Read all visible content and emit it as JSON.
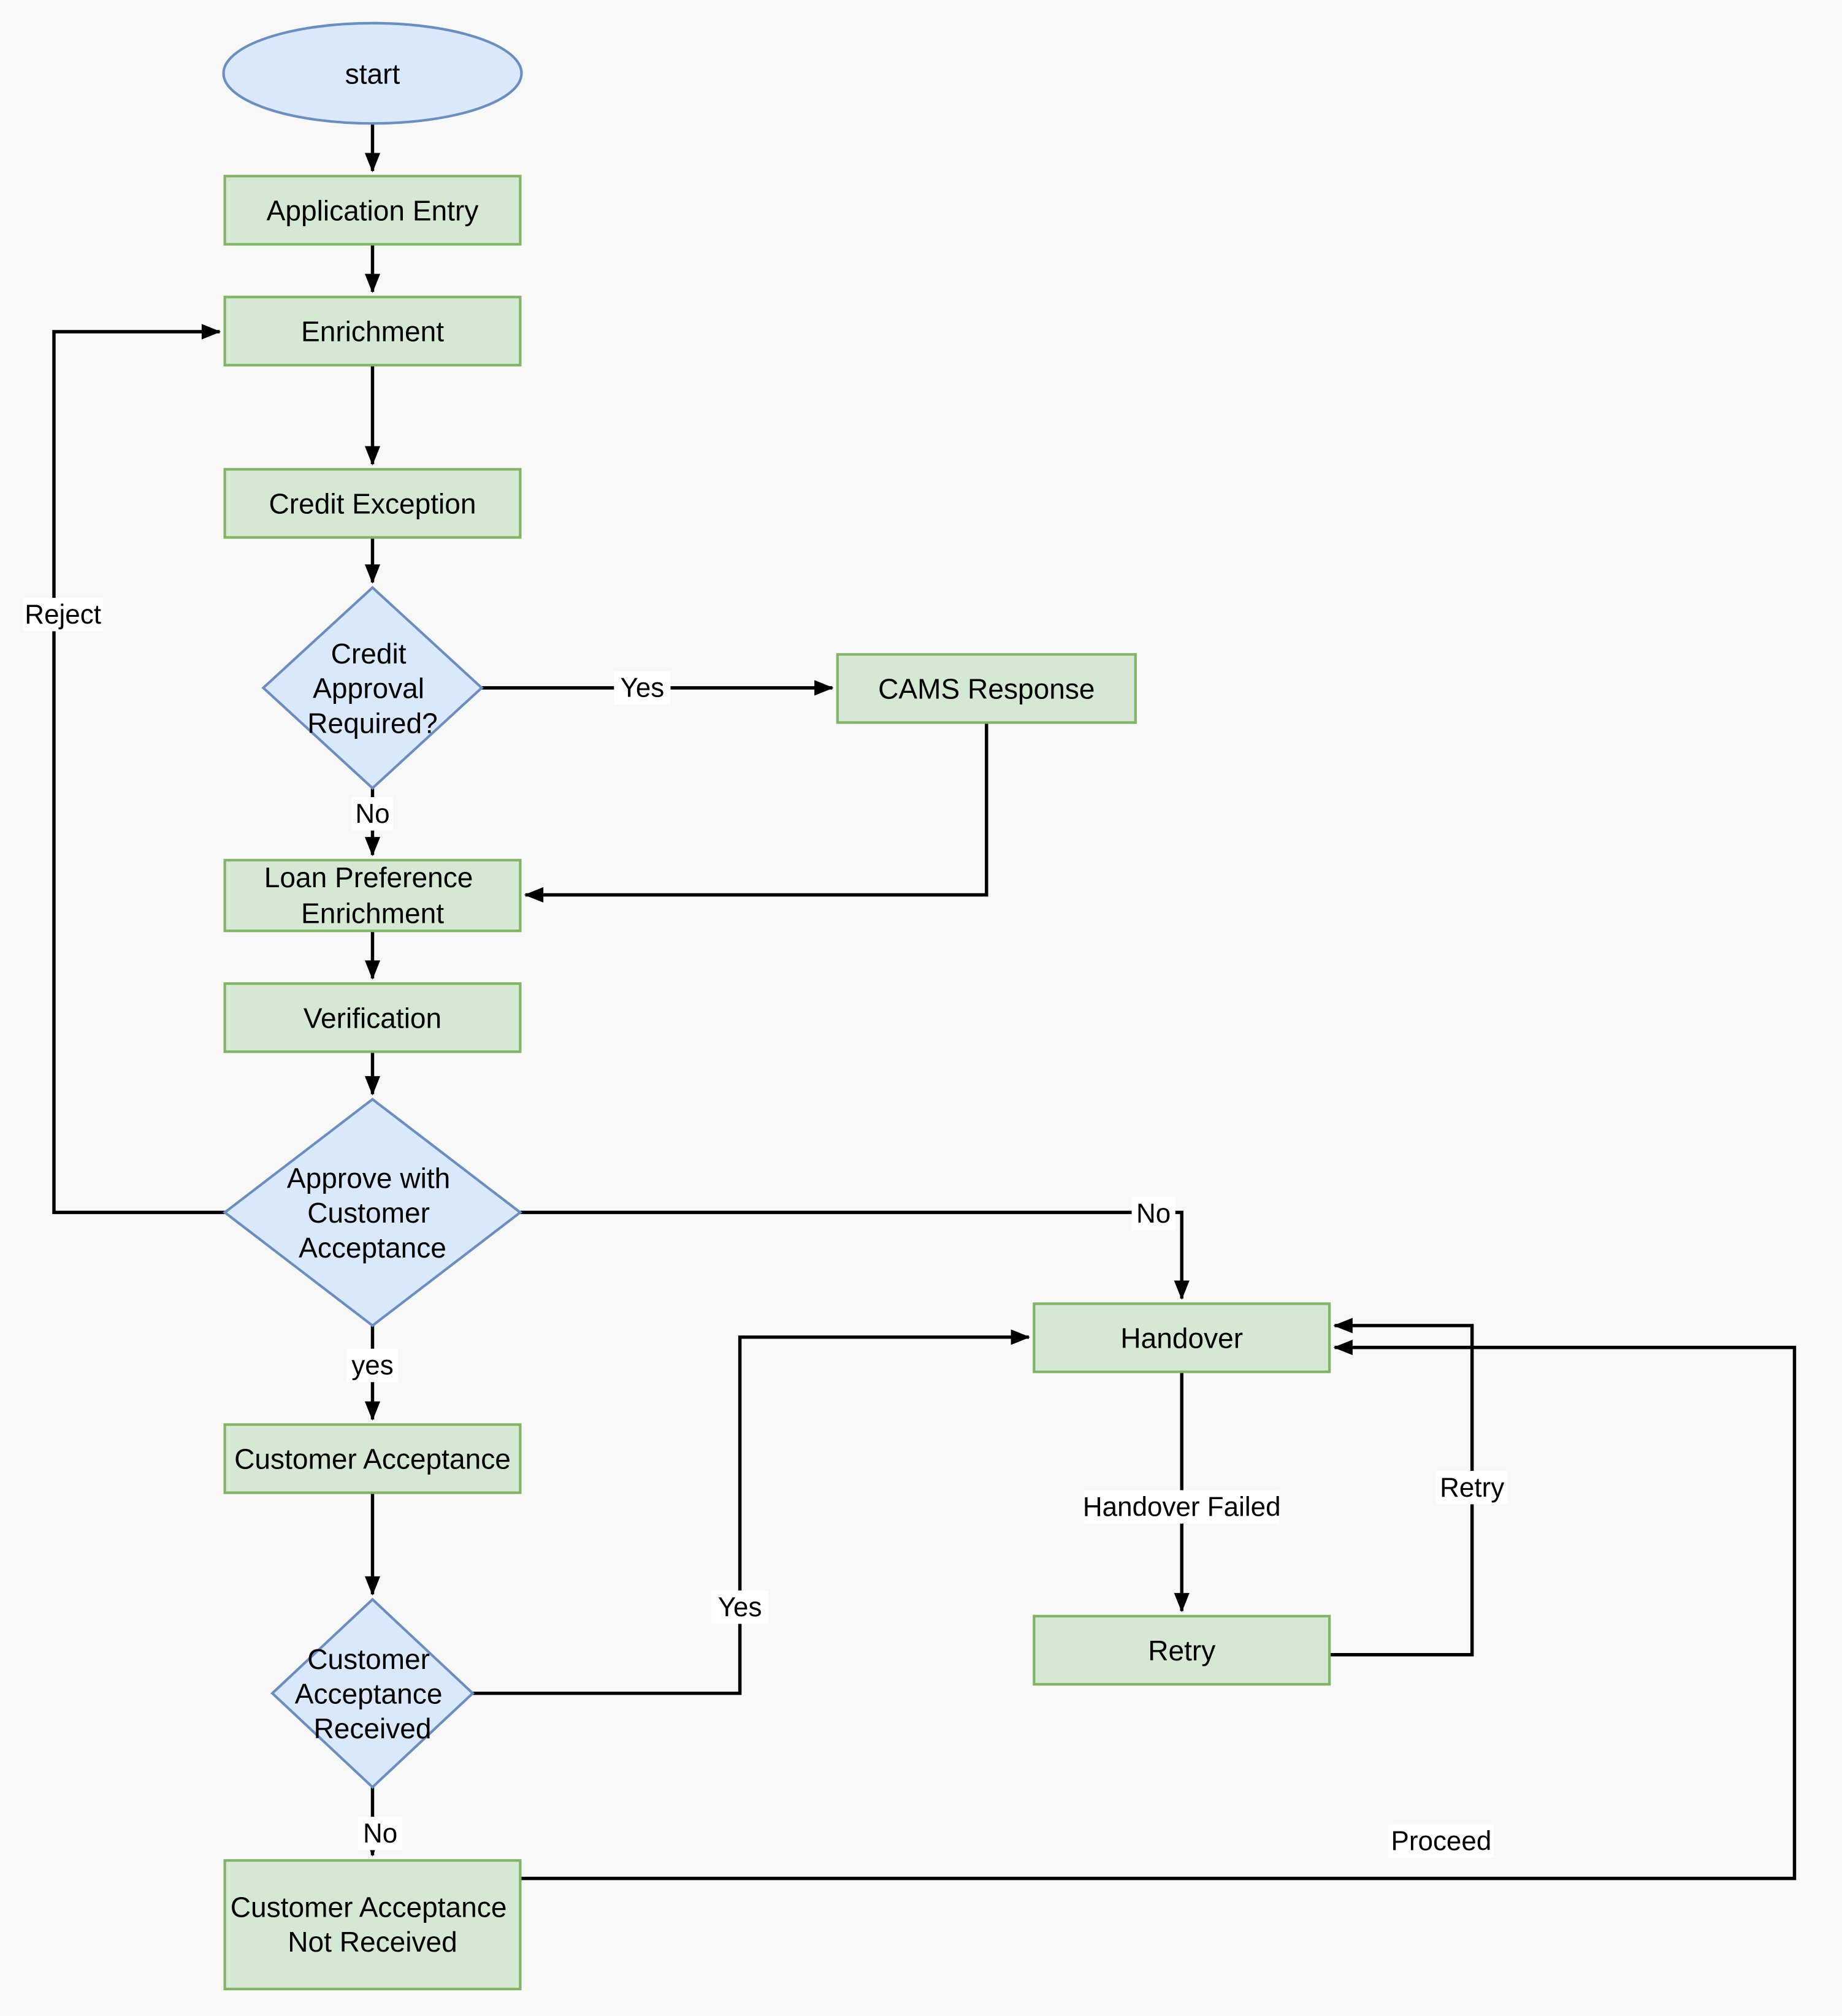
{
  "diagram": {
    "background": "#f8f8f8",
    "colors": {
      "process_fill": "#d5e8d4",
      "process_stroke": "#82b366",
      "decision_fill": "#dae8fc",
      "decision_stroke": "#6c8ebf",
      "connector": "#000000"
    },
    "nodes": {
      "start": {
        "type": "terminator",
        "label": "start"
      },
      "application_entry": {
        "type": "process",
        "label": "Application Entry"
      },
      "enrichment": {
        "type": "process",
        "label": "Enrichment"
      },
      "credit_exception": {
        "type": "process",
        "label": "Credit Exception"
      },
      "credit_approval_required": {
        "type": "decision",
        "lines": [
          "Credit",
          "Approval",
          "Required?"
        ]
      },
      "cams_response": {
        "type": "process",
        "label": "CAMS Response"
      },
      "loan_preference_enrichment": {
        "type": "process",
        "lines": [
          "Loan Preference",
          "Enrichment"
        ]
      },
      "verification": {
        "type": "process",
        "label": "Verification"
      },
      "approve_with_customer_acceptance": {
        "type": "decision",
        "lines": [
          "Approve with",
          "Customer",
          "Acceptance"
        ]
      },
      "customer_acceptance": {
        "type": "process",
        "label": "Customer Acceptance"
      },
      "handover": {
        "type": "process",
        "label": "Handover"
      },
      "customer_acceptance_received": {
        "type": "decision",
        "lines": [
          "Customer",
          "Acceptance",
          "Received"
        ]
      },
      "retry": {
        "type": "process",
        "label": "Retry"
      },
      "customer_acceptance_not_received": {
        "type": "process",
        "lines": [
          "Customer Acceptance",
          "Not Received"
        ]
      }
    },
    "edge_labels": {
      "credit_yes": "Yes",
      "credit_no": "No",
      "reject": "Reject",
      "approve_yes": "yes",
      "approve_no": "No",
      "received_yes": "Yes",
      "received_no": "No",
      "handover_failed": "Handover Failed",
      "retry_loop": "Retry",
      "proceed": "Proceed"
    }
  }
}
